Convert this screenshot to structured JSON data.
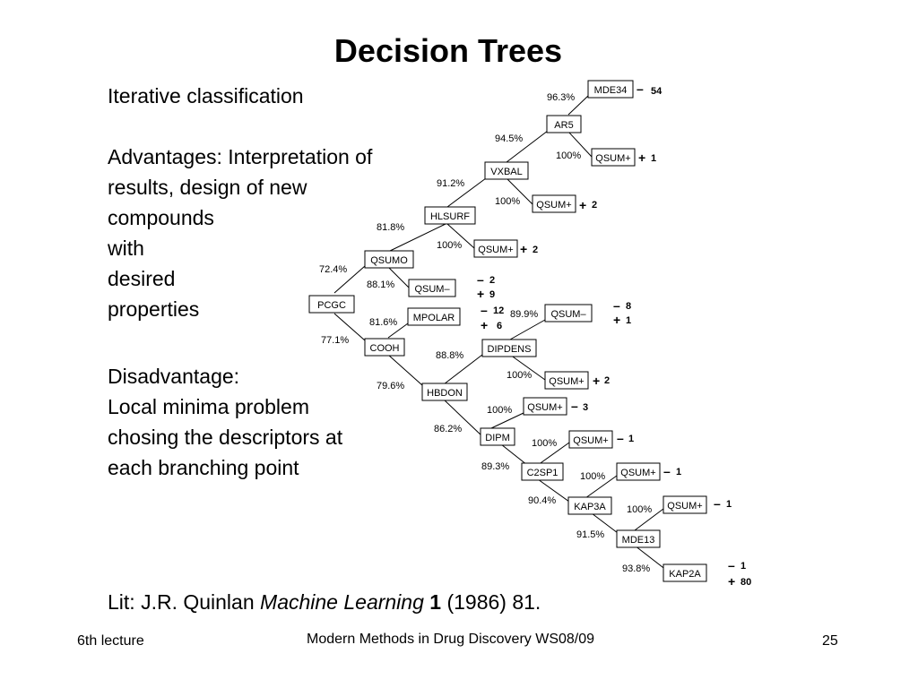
{
  "slide": {
    "title": "Decision Trees",
    "left_text": [
      "Iterative classification",
      "",
      "Advantages: Interpretation of",
      "results, design of new",
      "compounds",
      "with",
      "desired",
      "properties",
      "",
      "Disadvantage:",
      "Local minima problem",
      "chosing the descriptors at",
      "each branching point"
    ],
    "literature": {
      "prefix": "Lit: J.R. Quinlan ",
      "journal": "Machine Learning",
      "volume": " 1",
      "suffix": " (1986) 81."
    },
    "footer": {
      "left": "6th lecture",
      "center": "Modern Methods in Drug Discovery WS08/09",
      "page": "25"
    }
  },
  "tree": {
    "nodes": [
      {
        "id": "pcgc",
        "label": "PCGC"
      },
      {
        "id": "qsumo",
        "label": "QSUMO"
      },
      {
        "id": "hlsurf",
        "label": "HLSURF"
      },
      {
        "id": "vxbal",
        "label": "VXBAL"
      },
      {
        "id": "ar5",
        "label": "AR5"
      },
      {
        "id": "mde34",
        "label": "MDE34"
      },
      {
        "id": "qsumplus_ar5",
        "label": "QSUM+"
      },
      {
        "id": "qsumplus_vxbal",
        "label": "QSUM+"
      },
      {
        "id": "qsumplus_hlsurf",
        "label": "QSUM+"
      },
      {
        "id": "qsumminus_qsumo",
        "label": "QSUM–"
      },
      {
        "id": "mpolar",
        "label": "MPOLAR"
      },
      {
        "id": "cooh",
        "label": "COOH"
      },
      {
        "id": "dipdens",
        "label": "DIPDENS"
      },
      {
        "id": "qsumminus_dipdens",
        "label": "QSUM–"
      },
      {
        "id": "qsumplus_dipdens",
        "label": "QSUM+"
      },
      {
        "id": "hbdon",
        "label": "HBDON"
      },
      {
        "id": "qsumplus_hbdon",
        "label": "QSUM+"
      },
      {
        "id": "dipm",
        "label": "DIPM"
      },
      {
        "id": "qsumplus_dipm",
        "label": "QSUM+"
      },
      {
        "id": "c2sp1",
        "label": "C2SP1"
      },
      {
        "id": "qsumplus_c2sp1",
        "label": "QSUM+"
      },
      {
        "id": "kap3a",
        "label": "KAP3A"
      },
      {
        "id": "qsumplus_kap3a",
        "label": "QSUM+"
      },
      {
        "id": "mde13",
        "label": "MDE13"
      },
      {
        "id": "kap2a",
        "label": "KAP2A"
      }
    ],
    "percentages": [
      "96.3%",
      "94.5%",
      "100%",
      "91.2%",
      "100%",
      "81.8%",
      "100%",
      "72.4%",
      "88.1%",
      "81.6%",
      "89.9%",
      "77.1%",
      "88.8%",
      "100%",
      "79.6%",
      "100%",
      "86.2%",
      "100%",
      "89.3%",
      "100%",
      "90.4%",
      "100%",
      "91.5%",
      "93.8%"
    ],
    "outcomes": [
      {
        "sign": "–",
        "count": "54"
      },
      {
        "sign": "+",
        "count": "1"
      },
      {
        "sign": "+",
        "count": "2"
      },
      {
        "sign": "+",
        "count": "2"
      },
      {
        "sign": "–",
        "count": "2"
      },
      {
        "sign": "+",
        "count": "9"
      },
      {
        "sign": "–",
        "count": "12"
      },
      {
        "sign": "+",
        "count": "6"
      },
      {
        "sign": "–",
        "count": "8"
      },
      {
        "sign": "+",
        "count": "1"
      },
      {
        "sign": "+",
        "count": "2"
      },
      {
        "sign": "–",
        "count": "3"
      },
      {
        "sign": "–",
        "count": "1"
      },
      {
        "sign": "–",
        "count": "1"
      },
      {
        "sign": "–",
        "count": "1"
      },
      {
        "sign": "–",
        "count": "1"
      },
      {
        "sign": "+",
        "count": "80"
      }
    ],
    "colors": {
      "line": "#000000",
      "box_border": "#000000",
      "box_fill": "#ffffff"
    }
  }
}
